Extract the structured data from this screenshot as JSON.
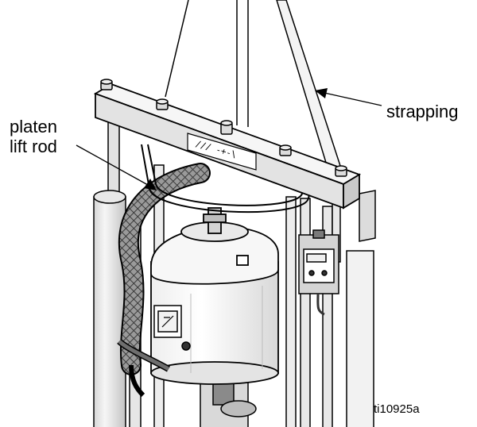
{
  "labels": {
    "strapping": "strapping",
    "platen_lift_rod": [
      "platen",
      "lift rod"
    ],
    "figure_id": "ti10925a"
  },
  "gauge_text": "/// -+-\\",
  "colors": {
    "line": "#000000",
    "metal": "#e6e6e6",
    "shade": "#c8c8c8",
    "dark": "#6e6e6e",
    "background": "#ffffff"
  }
}
